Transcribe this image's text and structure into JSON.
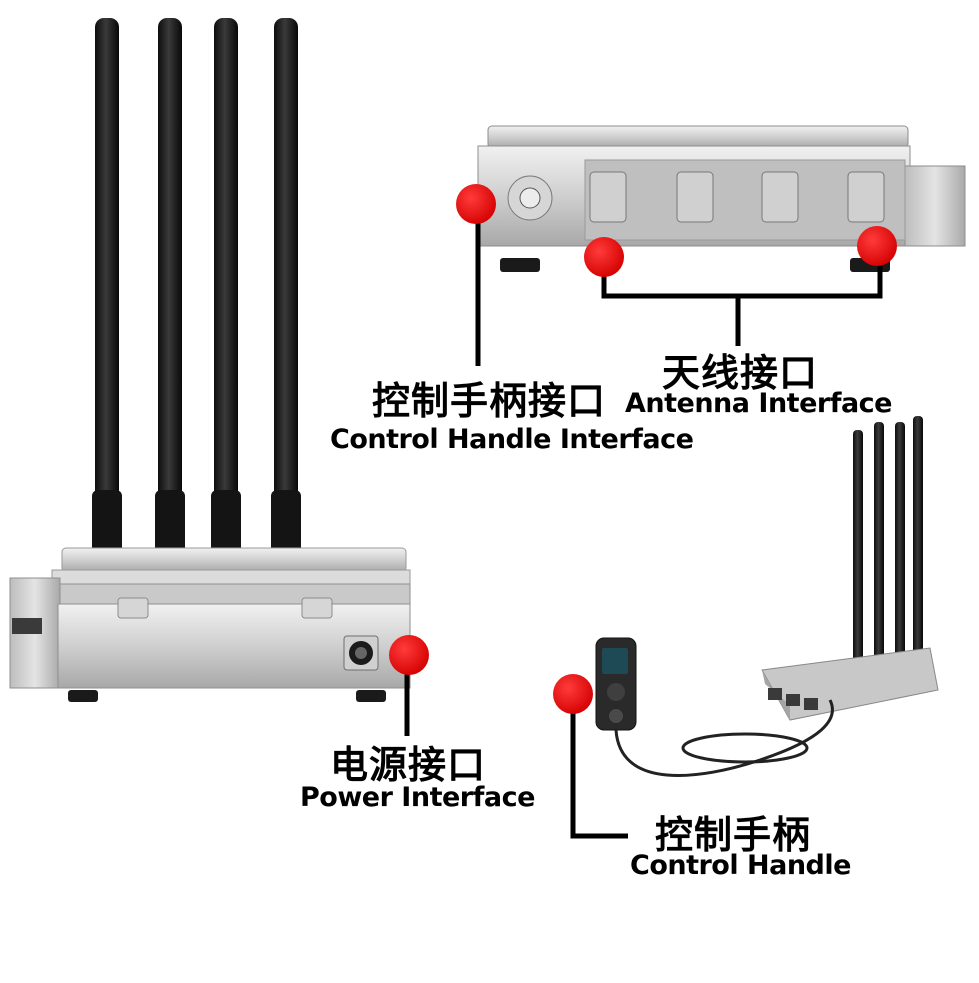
{
  "callouts": {
    "control_handle_interface": {
      "cn": "控制手柄接口",
      "en": "Control Handle Interface"
    },
    "antenna_interface": {
      "cn": "天线接口",
      "en": "Antenna Interface"
    },
    "power_interface": {
      "cn": "电源接口",
      "en": "Power Interface"
    },
    "control_handle": {
      "cn": "控制手柄",
      "en": "Control Handle"
    }
  },
  "colors": {
    "marker": "#e3070c",
    "leader": "#000000",
    "antenna": "#1b1b1b",
    "metal": "#c9c9c9"
  }
}
